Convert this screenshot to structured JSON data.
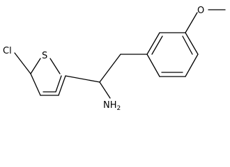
{
  "molecule": {
    "atoms": {
      "chlorine": "Cl",
      "sulfur": "S",
      "amine": "NH2",
      "oxygen": "O"
    },
    "colors": {
      "bond": "#000000",
      "label": "#000000",
      "background": "#ffffff"
    }
  }
}
